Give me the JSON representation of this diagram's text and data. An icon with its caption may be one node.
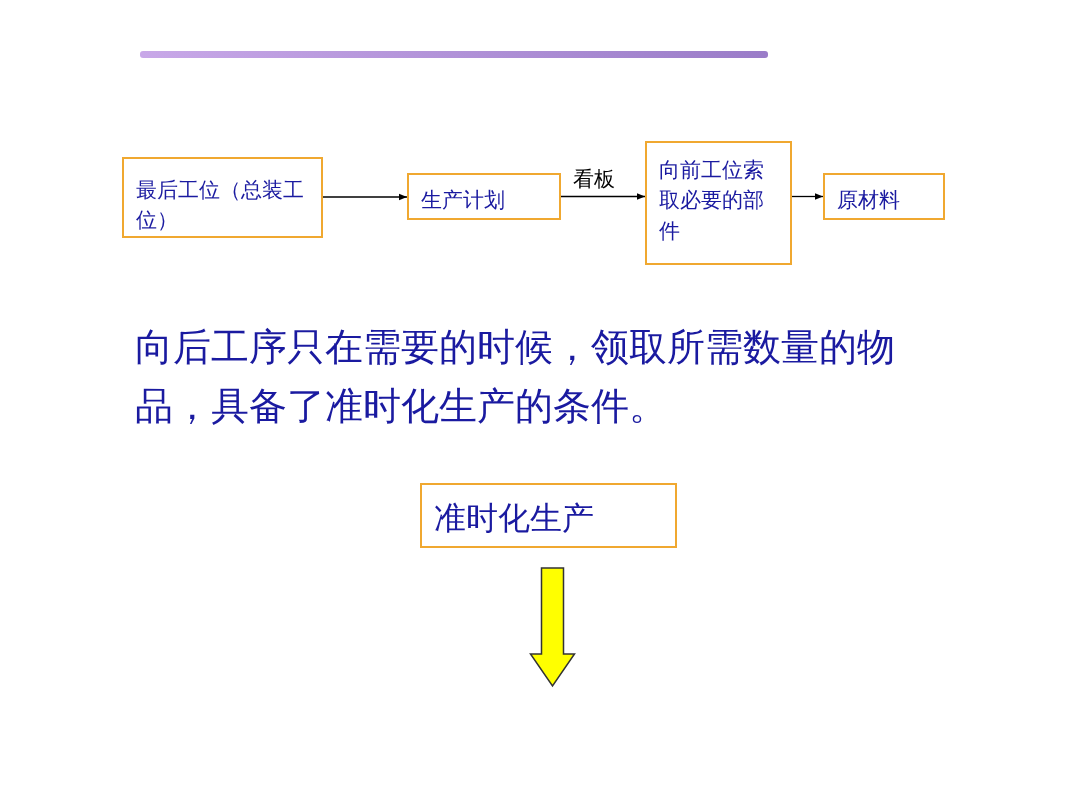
{
  "diagram": {
    "nodes": [
      {
        "text": [
          "最后工位（总装工位）"
        ]
      },
      {
        "text": [
          "生产计划"
        ]
      },
      {
        "text": [
          "向前工位索取必要的部件"
        ]
      },
      {
        "text": [
          "原材料"
        ]
      },
      {
        "text": [
          "准时化生产"
        ]
      }
    ],
    "edges": [
      {
        "from": 0,
        "to": 1,
        "arrow": "to"
      },
      {
        "from": 1,
        "to": 2,
        "arrow": "to",
        "label": "看板"
      },
      {
        "from": 2,
        "to": 3,
        "arrow": "to"
      },
      {
        "from": 4,
        "to": null,
        "arrow": "to",
        "style": "thick",
        "color": "#ffff00"
      }
    ],
    "labels": [
      "向后工序只在需要的时候，领取所需数量的物品，具备了准时化生产的条件。"
    ]
  }
}
